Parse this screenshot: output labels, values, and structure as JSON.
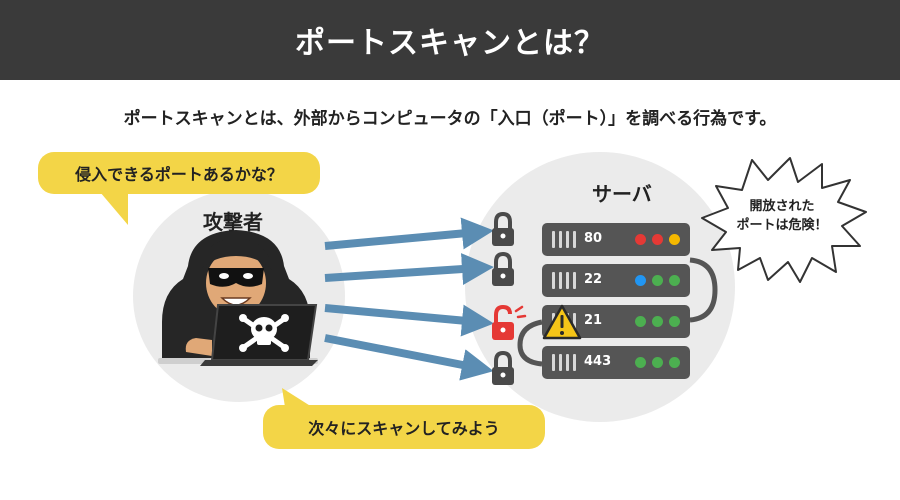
{
  "header": {
    "title": "ポートスキャンとは？"
  },
  "subtitle": "ポートスキャンとは、外部からコンピュータの「入口（ポート）」を調べる行為です。",
  "attacker": {
    "label": "攻撃者",
    "thought": "侵入できるポートあるかな？",
    "speech": "次々にスキャンしてみよう"
  },
  "server": {
    "label": "サーバ",
    "warning_line1": "開放された",
    "warning_line2": "ポートは危険！",
    "ports": [
      {
        "number": "80",
        "lock": "closed",
        "lights": [
          "#e53935",
          "#e53935",
          "#f5b800"
        ]
      },
      {
        "number": "22",
        "lock": "closed",
        "lights": [
          "#2196f3",
          "#4caf50",
          "#4caf50"
        ]
      },
      {
        "number": "21",
        "lock": "open",
        "lights": [
          "#4caf50",
          "#4caf50",
          "#4caf50"
        ]
      },
      {
        "number": "443",
        "lock": "closed",
        "lights": [
          "#4caf50",
          "#4caf50",
          "#4caf50"
        ]
      }
    ]
  },
  "colors": {
    "header_bg": "#3a3a3a",
    "bubble": "#f3d547",
    "arrow": "#5b8db3",
    "rack": "#555555",
    "lock_closed": "#4a4a4a",
    "lock_open": "#e53935",
    "warning": "#f5c518"
  }
}
